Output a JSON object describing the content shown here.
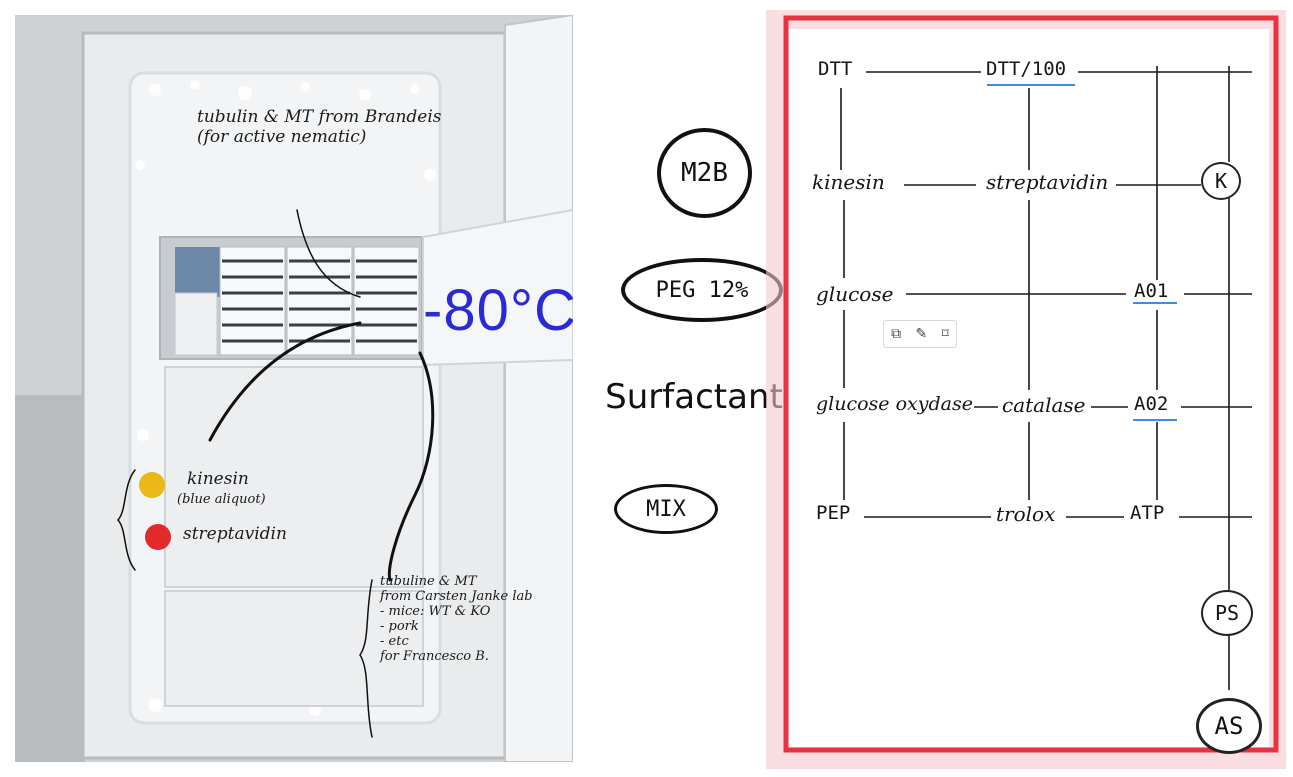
{
  "photo": {
    "note_top": "tubulin & MT from Brandeis\n(for active nematic)",
    "temperature": "-80°C",
    "kinesin": "kinesin",
    "kinesin_sub": "(blue aliquot)",
    "streptavidin": "streptavidin",
    "note_bottom": "tubuline & MT\nfrom Carsten Janke lab\n- mice: WT & KO\n- pork\n- etc\nfor Francesco B.",
    "colors": {
      "kinesin_marker": "#e8b917",
      "streptavidin_marker": "#e32a2a",
      "temperature": "#2a2ad6"
    }
  },
  "side_labels": {
    "m2b": "M2B",
    "peg": "PEG 12%",
    "surfactant": "Surfactant",
    "mix": "MIX"
  },
  "diagram": {
    "frame_color": "#e8323f",
    "row1": {
      "a": "DTT",
      "b": "DTT/100"
    },
    "row2": {
      "a": "kinesin",
      "b": "streptavidin",
      "c": "K"
    },
    "row3": {
      "a": "glucose",
      "b": "A01"
    },
    "row4": {
      "a": "glucose oxydase",
      "b": "catalase",
      "c": "A02"
    },
    "row5": {
      "a": "PEP",
      "b": "trolox",
      "c": "ATP"
    },
    "ps": "PS",
    "as": "AS",
    "toolbar": {
      "copy_icon": "copy-icon",
      "highlight_icon": "highlighter-icon",
      "bookmark_icon": "bookmark-icon"
    }
  }
}
